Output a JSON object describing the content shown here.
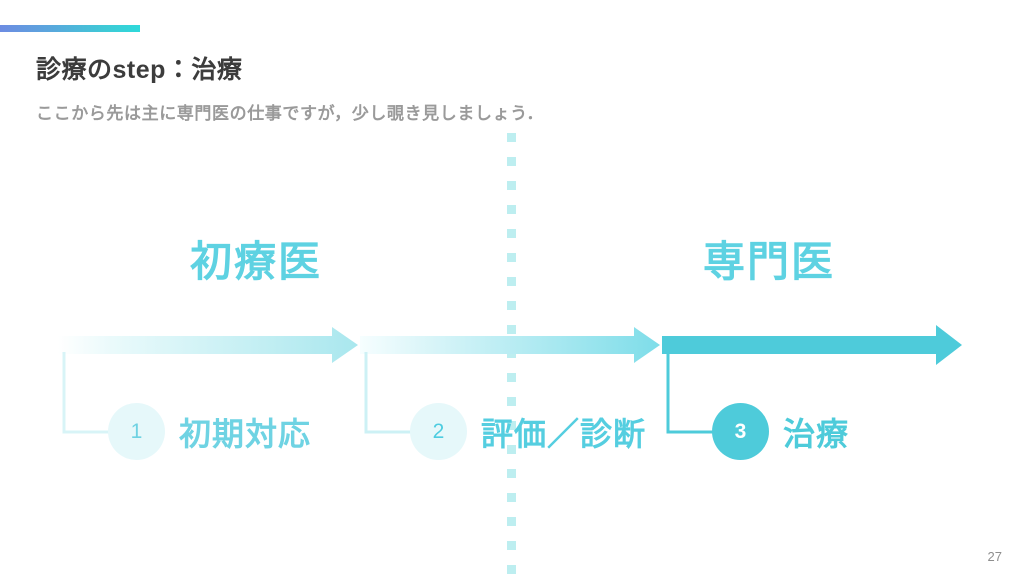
{
  "slide": {
    "title": "診療のstep：治療",
    "subtitle": "ここから先は主に専門医の仕事ですが，少し覗き見しましょう．",
    "page_number": "27",
    "accent_bar": {
      "from": "#6d8ce2",
      "to": "#2ed9da"
    },
    "background": "#ffffff"
  },
  "phases": [
    {
      "label": "初療医",
      "color": "#5ed2e2"
    },
    {
      "label": "専門医",
      "color": "#5ed2e2"
    }
  ],
  "divider": {
    "name": "dotted-phase-divider",
    "color": "#bdeef0",
    "style": "dotted-vertical"
  },
  "steps": [
    {
      "number": "1",
      "label": "初期対応",
      "state": "dim",
      "arrow_color_start": "#fdffff",
      "arrow_color_end": "#aee9ee",
      "circle_fill": "#e6f8fa",
      "number_color": "#6ed2e2",
      "label_color": "#6fd3e3"
    },
    {
      "number": "2",
      "label": "評価／診断",
      "state": "dim2",
      "arrow_color_start": "#f4fdfe",
      "arrow_color_end": "#7fdde8",
      "circle_fill": "#e6f8fa",
      "number_color": "#4ecde0",
      "label_color": "#55cee0"
    },
    {
      "number": "3",
      "label": "治療",
      "state": "on",
      "arrow_color_start": "#4ecbda",
      "arrow_color_end": "#4ecbda",
      "circle_fill": "#4ecbda",
      "number_color": "#ffffff",
      "label_color": "#4ecbda"
    }
  ]
}
